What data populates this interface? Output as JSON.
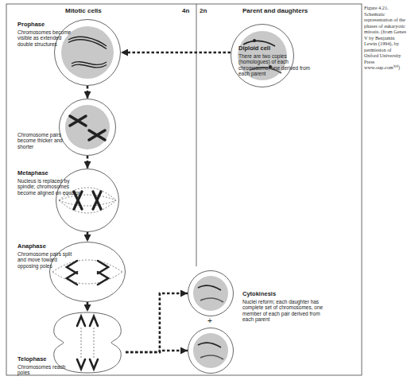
{
  "diagram": {
    "caption": "Figure 4.21. Schematic representation of the phases of eukaryotic mitosis. (from Genes V by Benjamin Lewin (1994), by permission of Oxford University Press www.oup.com⁽⁶⁹⁾)",
    "nodes": [
      {
        "text": [
          "Prophase",
          "Chromosomes become visible as extended double structures"
        ]
      },
      {
        "text": [
          "Chromosome pairs become thicker and shorter"
        ]
      },
      {
        "text": [
          "Metaphase",
          "Nucleus is replaced by spindle; chromosomes become aligned on equator"
        ]
      },
      {
        "text": [
          "Anaphase",
          "Chromosome pairs split and move toward opposing poles"
        ]
      },
      {
        "text": [
          "Telophase",
          "Chromosomes reach poles"
        ]
      },
      {
        "text": [
          "Diploid cell",
          "There are two copies (homologues) of each chromosome, one derived from each parent"
        ]
      },
      {
        "text": [
          "Cytokinesis",
          "Nuclei reform; each daughter has complete set of chromosomes, one member of each pair derived from each parent"
        ]
      },
      {
        "text": []
      }
    ],
    "edges": [
      {
        "from": 5,
        "to": 0,
        "arrow": "to"
      },
      {
        "from": 0,
        "to": 1,
        "arrow": "to"
      },
      {
        "from": 1,
        "to": 2,
        "arrow": "to"
      },
      {
        "from": 2,
        "to": 3,
        "arrow": "to"
      },
      {
        "from": 3,
        "to": 4,
        "arrow": "to"
      },
      {
        "from": 4,
        "to": 6,
        "arrow": "to"
      },
      {
        "from": 4,
        "to": 7,
        "arrow": "to"
      }
    ],
    "labels": [
      "Mitotic cells",
      "4n",
      "2n",
      "Parent and daughters",
      "+"
    ]
  }
}
